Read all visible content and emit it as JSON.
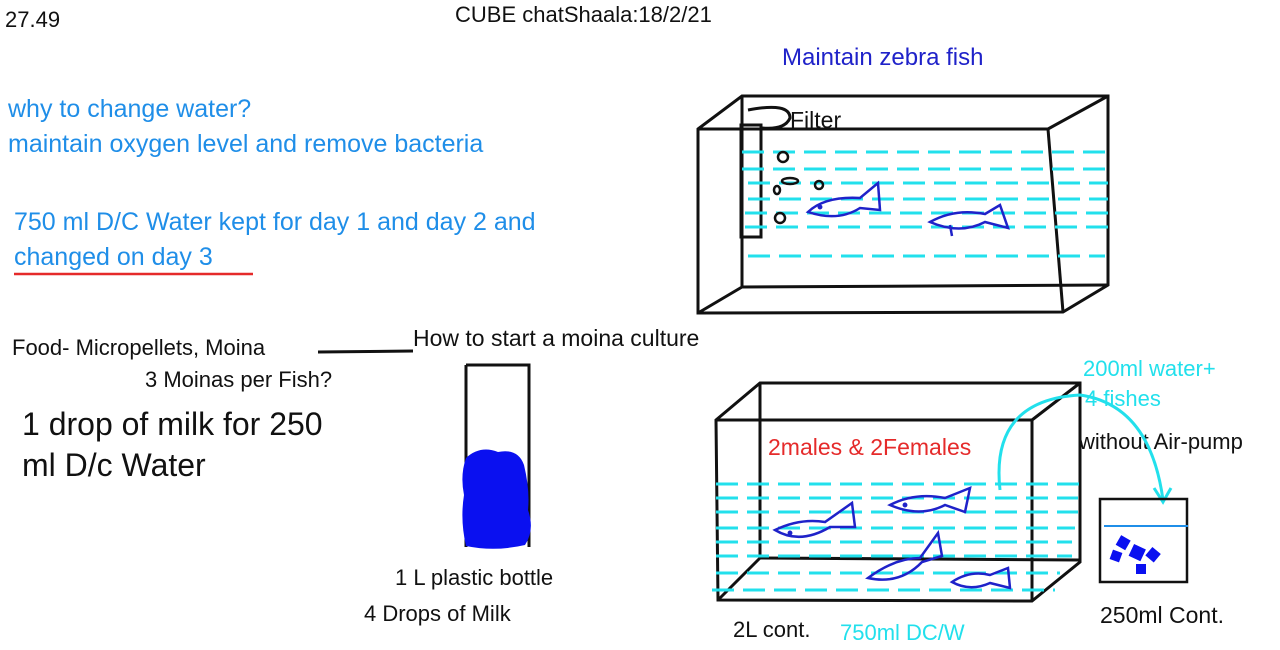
{
  "header": {
    "time": "27.49",
    "title": "CUBE chatShaala:18/2/21"
  },
  "notes": {
    "why": "why to change water?",
    "reason": "maintain oxygen level and remove bacteria",
    "water_line1": "750 ml D/C Water kept for day 1 and day 2 and",
    "water_line2": "changed on day 3",
    "food": "Food- Micropellets, Moina",
    "moinas": "3 Moinas per Fish?",
    "milk_line1": "1 drop of milk for 250",
    "milk_line2": "ml D/c Water"
  },
  "aquarium": {
    "heading": "Maintain zebra fish",
    "filter": "Filter"
  },
  "moina": {
    "title": "How to start a moina culture",
    "bottle": "1 L plastic bottle",
    "drops": "4 Drops of Milk"
  },
  "container2": {
    "fish": "2males & 2Females",
    "water_line1": "200ml water+",
    "water_line2": "4 fishes",
    "no_pump": "without Air-pump",
    "label": "2L cont.",
    "volume": "750ml DC/W"
  },
  "container3": {
    "label": "250ml Cont."
  },
  "colors": {
    "ink": "#111111",
    "note_blue": "#1f8ee8",
    "fish_blue": "#1f22c9",
    "water_cyan": "#22e0ec",
    "red": "#e52a2a",
    "milk_blue": "#0a10f0"
  }
}
